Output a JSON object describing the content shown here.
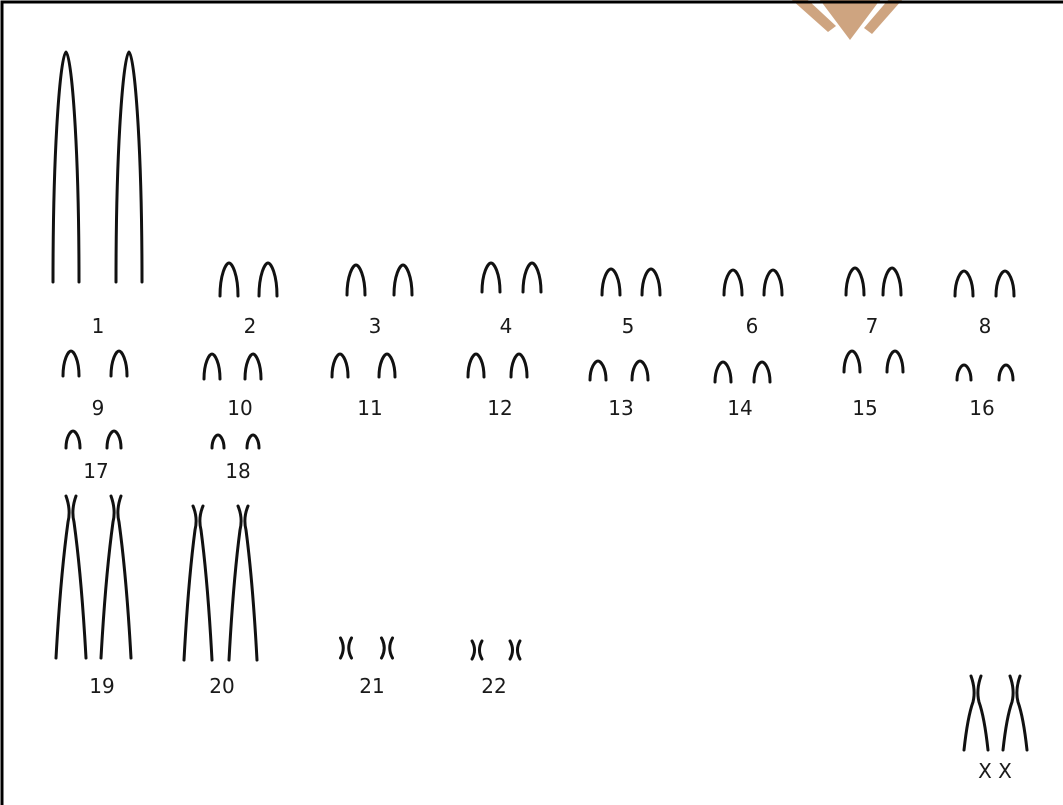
{
  "diagram": {
    "colors": {
      "ink": "#111111",
      "border": "#000000",
      "watermark": "#c99a72"
    },
    "pairs": [
      {
        "label": "1",
        "shape": "acrocentric-long"
      },
      {
        "label": "2",
        "shape": "acrocentric"
      },
      {
        "label": "3",
        "shape": "acrocentric"
      },
      {
        "label": "4",
        "shape": "acrocentric"
      },
      {
        "label": "5",
        "shape": "acrocentric"
      },
      {
        "label": "6",
        "shape": "acrocentric"
      },
      {
        "label": "7",
        "shape": "acrocentric"
      },
      {
        "label": "8",
        "shape": "acrocentric"
      },
      {
        "label": "9",
        "shape": "acrocentric"
      },
      {
        "label": "10",
        "shape": "acrocentric"
      },
      {
        "label": "11",
        "shape": "acrocentric"
      },
      {
        "label": "12",
        "shape": "acrocentric"
      },
      {
        "label": "13",
        "shape": "acrocentric"
      },
      {
        "label": "14",
        "shape": "acrocentric"
      },
      {
        "label": "15",
        "shape": "acrocentric"
      },
      {
        "label": "16",
        "shape": "acrocentric"
      },
      {
        "label": "17",
        "shape": "acrocentric"
      },
      {
        "label": "18",
        "shape": "acrocentric"
      },
      {
        "label": "19",
        "shape": "submetacentric-long"
      },
      {
        "label": "20",
        "shape": "submetacentric-long"
      },
      {
        "label": "21",
        "shape": "metacentric-small"
      },
      {
        "label": "22",
        "shape": "metacentric-small"
      },
      {
        "label": "X X",
        "shape": "submetacentric"
      }
    ]
  }
}
